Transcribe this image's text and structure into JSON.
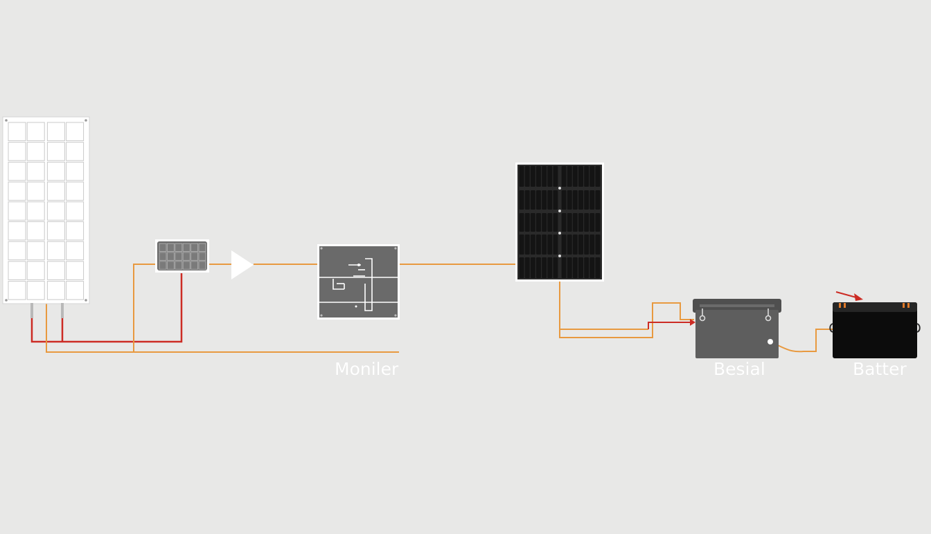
{
  "colors": {
    "background": "#e8e8e7",
    "wire_orange": "#e8993f",
    "wire_red": "#cc2b24",
    "panel_white": "#ffffff",
    "panel_grid": "#c9c9c9",
    "panel_dark": "#2a2a2a",
    "controller": "#6b6b6b",
    "monitor_box": "#6a6a6a",
    "unit_gray": "#5e5e5e",
    "battery_black": "#0c0c0c",
    "label_text": "#ffffff"
  },
  "labels": {
    "monitor": "Moniler",
    "unit": "Besial",
    "battery": "Batter"
  },
  "icons": {
    "direction_arrow": "triangle-right-icon",
    "battery_arrow": "arrow-right-icon"
  }
}
